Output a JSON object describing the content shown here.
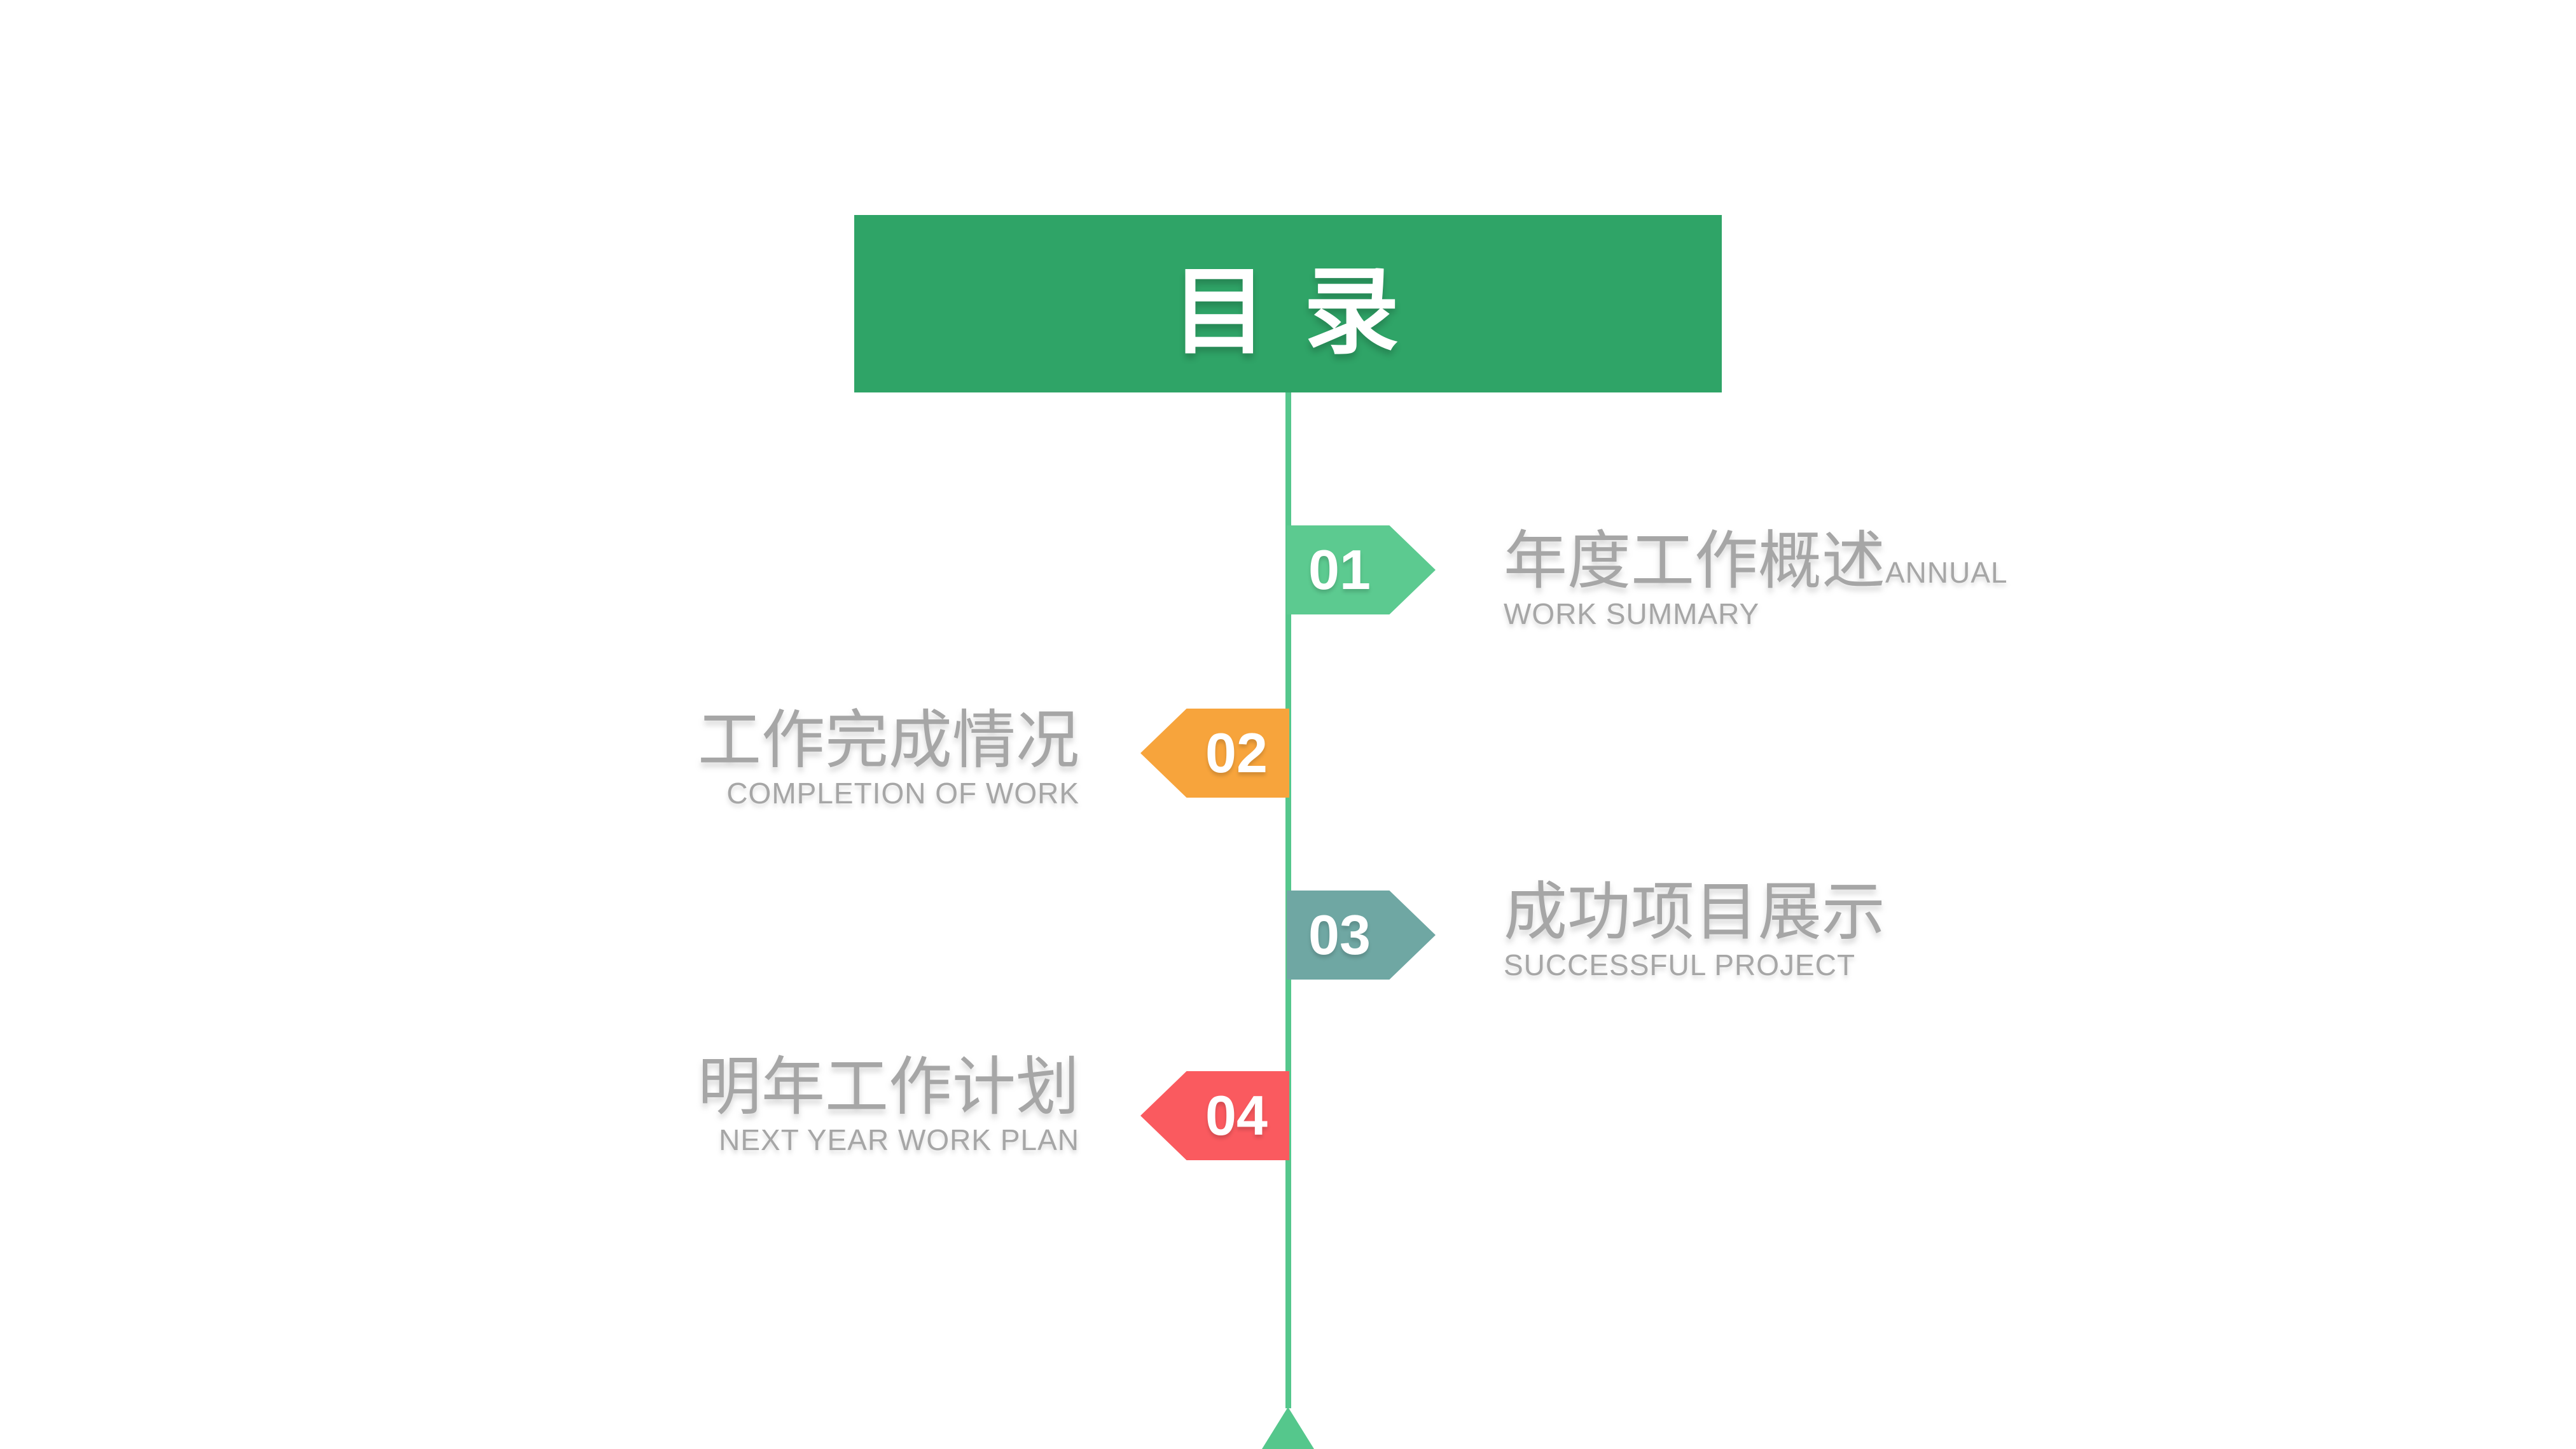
{
  "slide": {
    "title": "目 录",
    "items": [
      {
        "number": "01",
        "title": "年度工作概述",
        "subtitle": "ANNUAL WORK SUMMARY",
        "side": "right",
        "color": "#5CCA90"
      },
      {
        "number": "02",
        "title": "工作完成情况",
        "subtitle": "COMPLETION OF WORK",
        "side": "left",
        "color": "#F7A43C"
      },
      {
        "number": "03",
        "title": "成功项目展示",
        "subtitle": "SUCCESSFUL PROJECT",
        "side": "right",
        "color": "#6FA7A3"
      },
      {
        "number": "04",
        "title": "明年工作计划",
        "subtitle": "NEXT YEAR WORK PLAN",
        "side": "left",
        "color": "#FA5A5F"
      }
    ],
    "colors": {
      "header_banner": "#2FA467",
      "timeline": "#55C78C",
      "item_text": "#A6A6A6",
      "number_text": "#FFFFFF",
      "background": "#FFFFFF"
    },
    "icons": {
      "timeline_end": "up-triangle-icon"
    }
  }
}
